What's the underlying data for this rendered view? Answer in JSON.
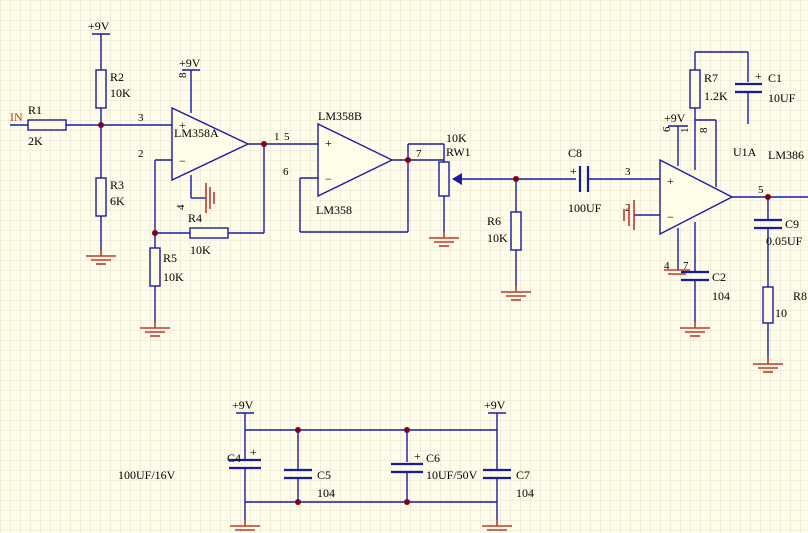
{
  "power": {
    "vcc": "+9V",
    "gnd": ""
  },
  "signal": {
    "input": "IN"
  },
  "parts": {
    "r1": {
      "ref": "R1",
      "value": "2K"
    },
    "r2": {
      "ref": "R2",
      "value": "10K"
    },
    "r3": {
      "ref": "R3",
      "value": "6K"
    },
    "r4": {
      "ref": "R4",
      "value": "10K"
    },
    "r5": {
      "ref": "R5",
      "value": "10K"
    },
    "r6": {
      "ref": "R6",
      "value": "10K"
    },
    "r7": {
      "ref": "R7",
      "value": "1.2K"
    },
    "r8": {
      "ref": "R8",
      "value": "10"
    },
    "rw1": {
      "ref": "RW1",
      "value": "10K"
    },
    "c1": {
      "ref": "C1",
      "value": "10UF"
    },
    "c2": {
      "ref": "C2",
      "value": "104"
    },
    "c4": {
      "ref": "C4",
      "value": "100UF/16V"
    },
    "c5": {
      "ref": "C5",
      "value": "104"
    },
    "c6": {
      "ref": "C6",
      "value": "10UF/50V"
    },
    "c7": {
      "ref": "C7",
      "value": "104"
    },
    "c8": {
      "ref": "C8",
      "value": "100UF"
    },
    "c9": {
      "ref": "C9",
      "value": "0.05UF"
    }
  },
  "opamps": {
    "u_a": {
      "name": "LM358A"
    },
    "u_b": {
      "name": "LM358B",
      "sub": "LM358"
    },
    "u1a": {
      "ref": "U1A",
      "name": "LM386"
    }
  },
  "pins": {
    "a_in_plus": "3",
    "a_in_minus": "2",
    "a_vcc": "8",
    "a_gnd": "4",
    "a_out": "1",
    "b_in_plus": "5",
    "b_in_minus": "6",
    "b_out": "7",
    "u_in_plus": "3",
    "u_in_minus": "2",
    "u_vcc": "6",
    "u_gain1": "8",
    "u_gain2": "1",
    "u_gnd": "4",
    "u_byp": "7",
    "u_out": "5"
  },
  "symbols": {
    "plus": "+",
    "minus": "−"
  }
}
